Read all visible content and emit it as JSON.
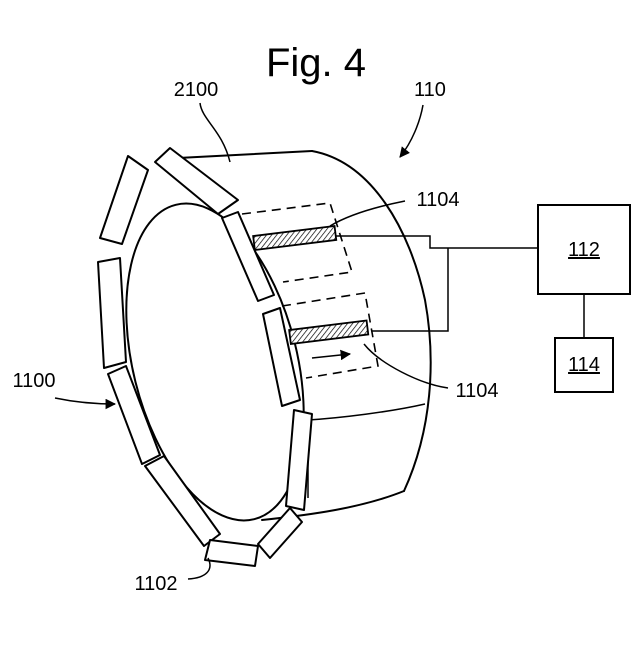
{
  "figure": {
    "title": "Fig. 4",
    "labels": {
      "ref_2100": "2100",
      "ref_110": "110",
      "ref_1104_top": "1104",
      "ref_1104_bottom": "1104",
      "ref_1100": "1100",
      "ref_1102": "1102"
    },
    "boxes": {
      "box_112": "112",
      "box_114": "114"
    }
  }
}
